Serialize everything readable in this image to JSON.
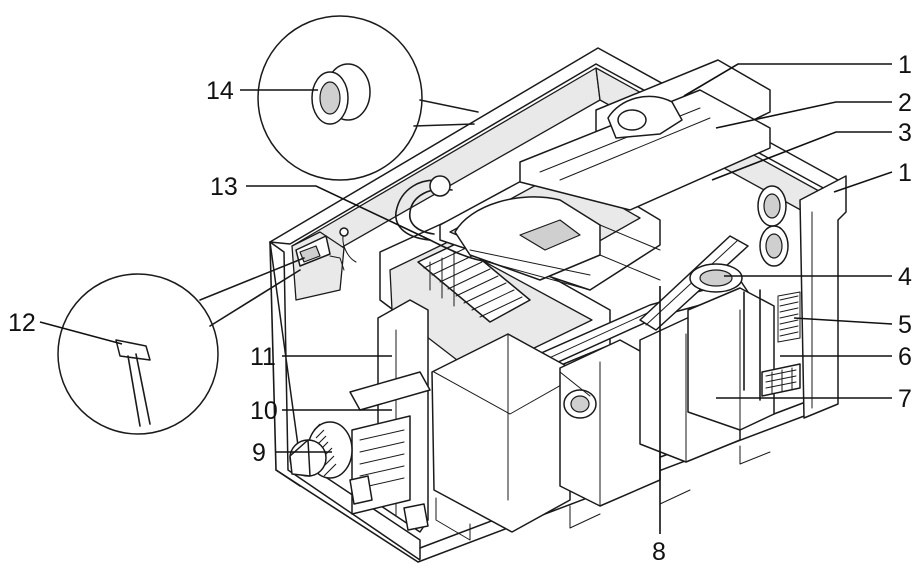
{
  "callouts": [
    {
      "id": "1a",
      "label": "1"
    },
    {
      "id": "2",
      "label": "2"
    },
    {
      "id": "3",
      "label": "3"
    },
    {
      "id": "1b",
      "label": "1"
    },
    {
      "id": "4",
      "label": "4"
    },
    {
      "id": "5",
      "label": "5"
    },
    {
      "id": "6",
      "label": "6"
    },
    {
      "id": "7",
      "label": "7"
    },
    {
      "id": "8",
      "label": "8"
    },
    {
      "id": "9",
      "label": "9"
    },
    {
      "id": "10",
      "label": "10"
    },
    {
      "id": "11",
      "label": "11"
    },
    {
      "id": "12",
      "label": "12"
    },
    {
      "id": "13",
      "label": "13"
    },
    {
      "id": "14",
      "label": "14"
    }
  ]
}
